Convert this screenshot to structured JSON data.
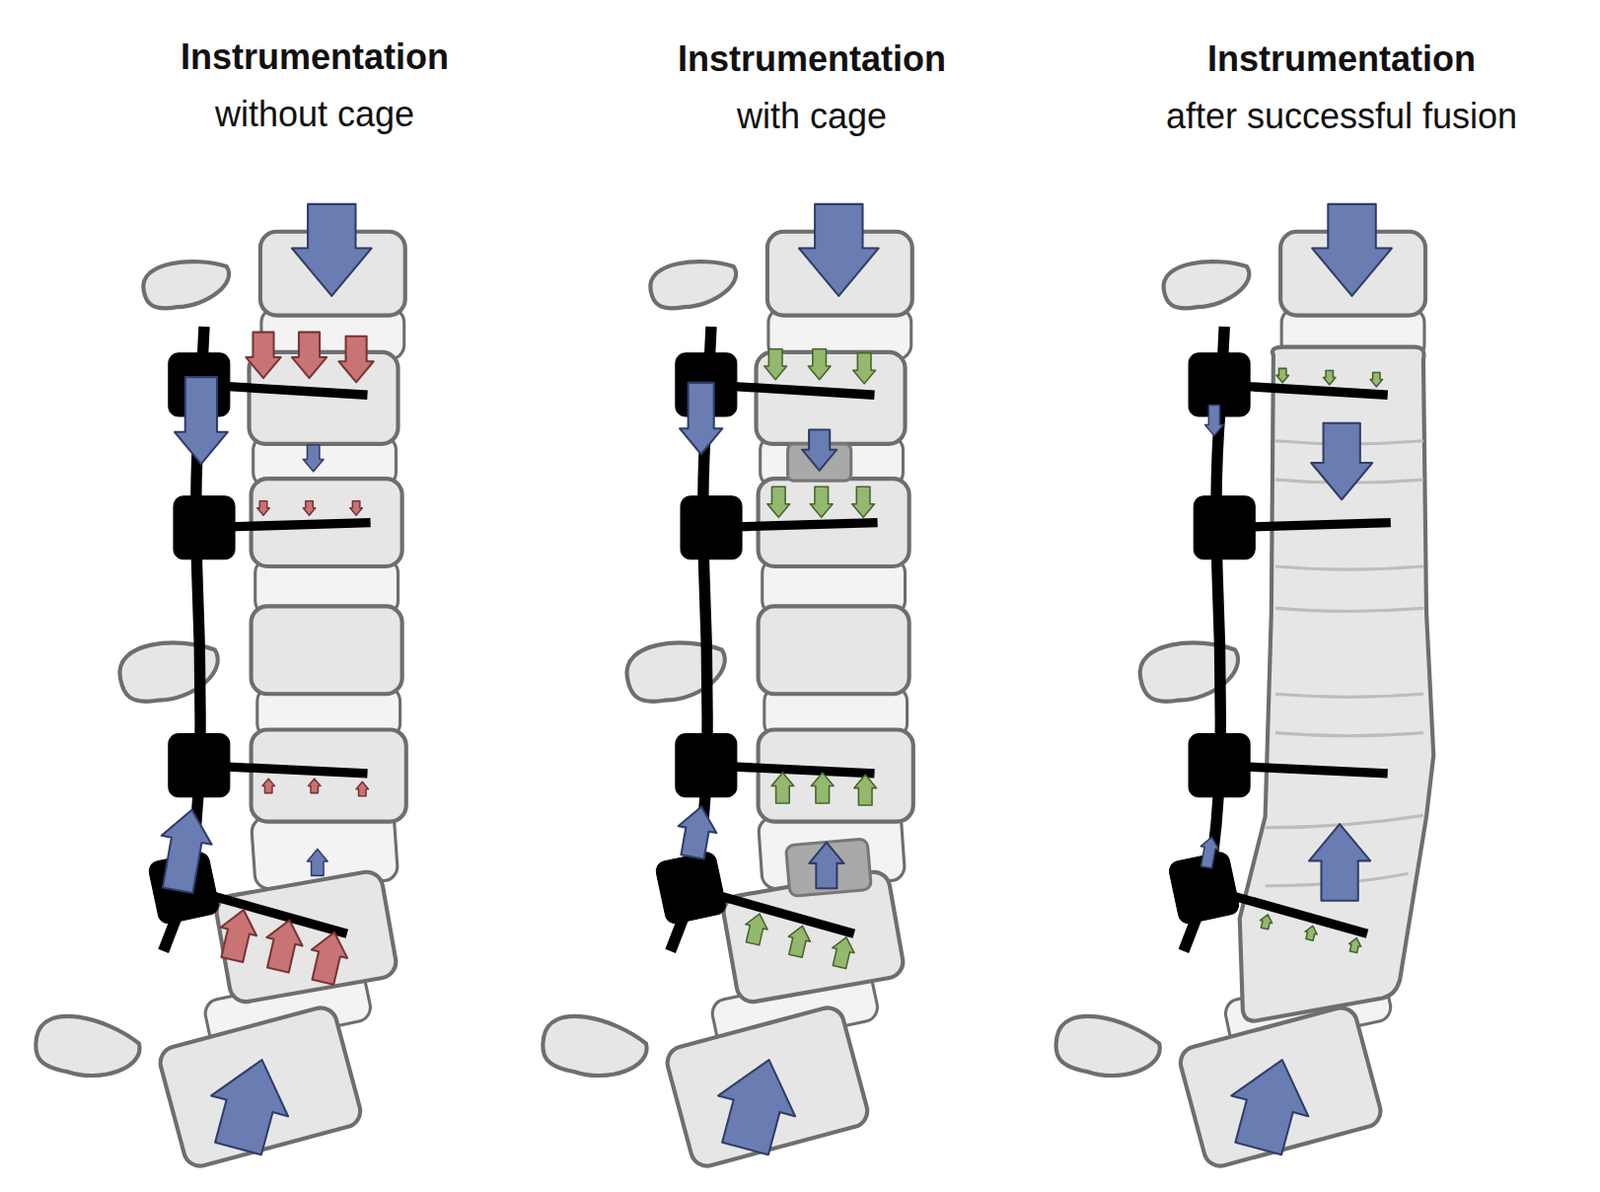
{
  "diagram": {
    "labels": [
      "Instrumentation",
      "without cage",
      "Instrumentation",
      "with cage",
      "Instrumentation",
      "after successful fusion"
    ]
  }
}
